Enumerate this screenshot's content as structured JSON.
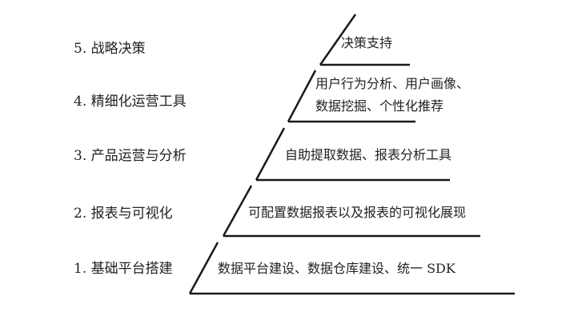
{
  "pyramid": {
    "levels": [
      {
        "label": "5. 战略决策",
        "description_lines": [
          "决策支持"
        ]
      },
      {
        "label": "4. 精细化运营工具",
        "description_lines": [
          "用户行为分析、用户画像、",
          "数据挖掘、个性化推荐"
        ]
      },
      {
        "label": "3. 产品运营与分析",
        "description_lines": [
          "自助提取数据、报表分析工具"
        ]
      },
      {
        "label": "2. 报表与可视化",
        "description_lines": [
          "可配置数据报表以及报表的可视化展现"
        ]
      },
      {
        "label": "1. 基础平台搭建",
        "description_lines": [
          "数据平台建设、数据仓库建设、统一 SDK"
        ]
      }
    ],
    "line_color": "#1a1a1a"
  }
}
